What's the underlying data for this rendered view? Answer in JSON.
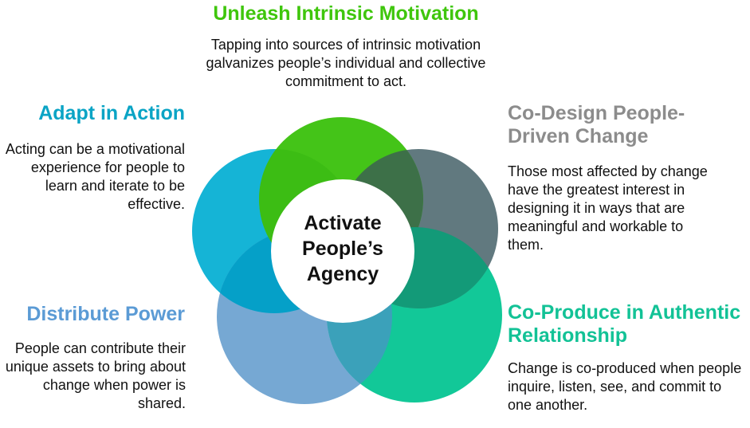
{
  "center": {
    "title": "Activate People’s Agency"
  },
  "sections": {
    "top": {
      "title": "Unleash Intrinsic Motivation",
      "body": "Tapping into sources of intrinsic motivation galvanizes people’s individual and collective commitment to act.",
      "color": "#3fc60c"
    },
    "upper_left": {
      "title": "Adapt in Action",
      "body": "Acting can be a motivational experience for people to learn and iterate to be effective.",
      "color": "#0aa4c5"
    },
    "upper_right": {
      "title": "Co-Design People-Driven Change",
      "body": "Those most affected by change have the greatest interest in designing it in ways that are meaningful and workable to them.",
      "color": "#8c8c8c"
    },
    "lower_left": {
      "title": "Distribute Power",
      "body": "People can contribute their unique assets to bring about change when power is shared.",
      "color": "#5b9bd5"
    },
    "lower_right": {
      "title": "Co-Produce in Authentic Relationship",
      "body": "Change is co-produced when people inquire, listen, see, and commit to one another.",
      "color": "#12c296"
    }
  },
  "petal_colors": {
    "green": "#44c418",
    "teal_blue": "#15b4d6",
    "slate": "#61797f",
    "seafoam": "#12c898",
    "steel_blue": "#76a8d3"
  }
}
